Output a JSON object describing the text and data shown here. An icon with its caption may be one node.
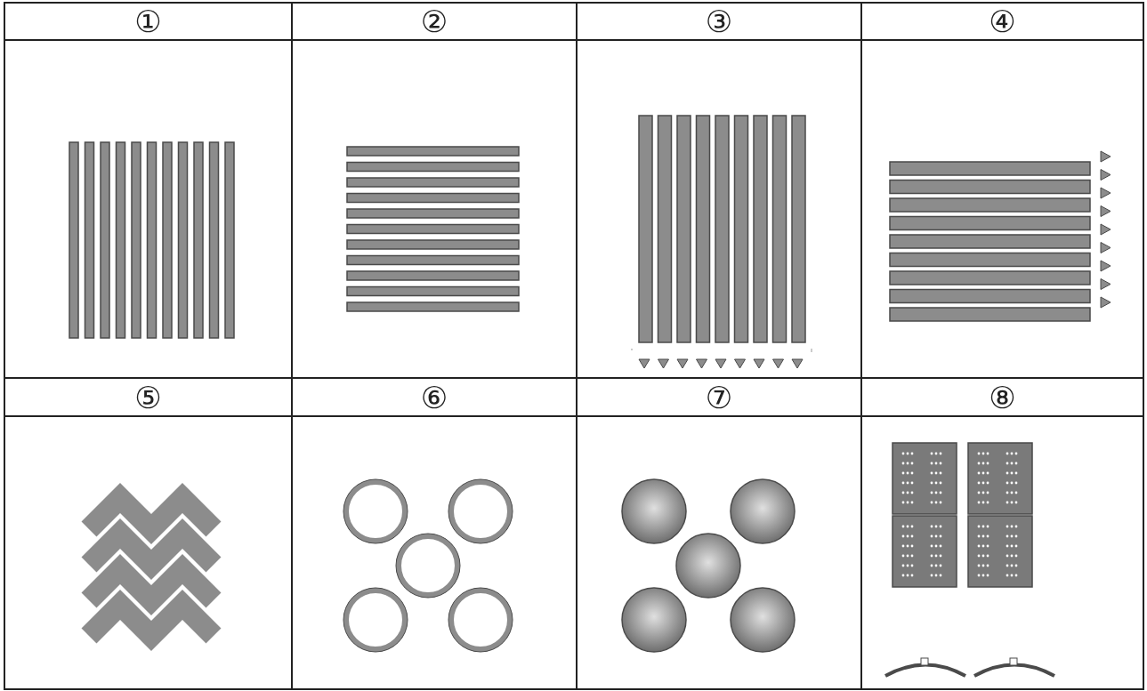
{
  "diagram": {
    "labels": [
      "①",
      "②",
      "③",
      "④",
      "⑤",
      "⑥",
      "⑦",
      "⑧"
    ]
  }
}
